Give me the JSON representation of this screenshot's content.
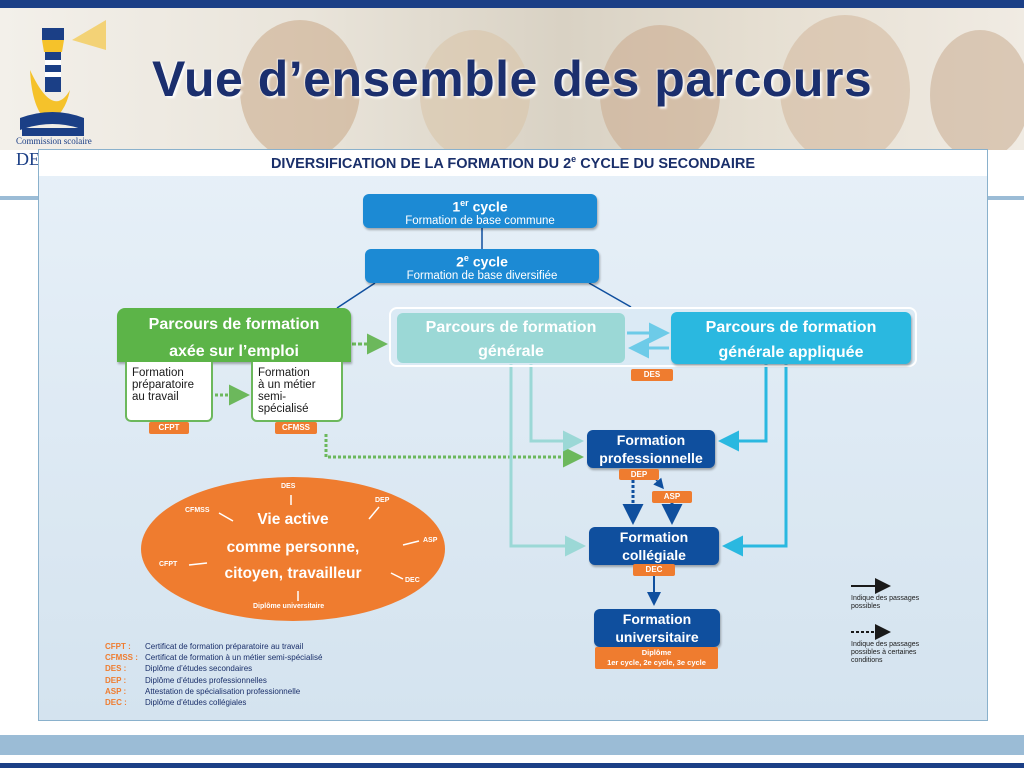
{
  "slide": {
    "title": "Vue d’ensemble des parcours",
    "logo_text": "Commission scolaire",
    "logo_abbr": "DE"
  },
  "diagram": {
    "title_main": "DIVERSIFICATION DE LA FORMATION DU 2",
    "title_sup": "e",
    "title_end": " CYCLE DU SECONDAIRE",
    "cycle1": {
      "title": "1",
      "title_sup": "er",
      "title_end": " cycle",
      "subtitle": "Formation de base commune"
    },
    "cycle2": {
      "title": "2",
      "title_sup": "e",
      "title_end": " cycle",
      "subtitle": "Formation de base diversifiée"
    },
    "parcours_emploi": {
      "line1": "Parcours de formation",
      "line2": "axée sur l’emploi"
    },
    "parcours_generale": {
      "line1": "Parcours de formation",
      "line2": "générale"
    },
    "parcours_appliquee": {
      "line1": "Parcours de formation",
      "line2": "générale appliquée"
    },
    "formation_preparatoire": {
      "line1": "Formation",
      "line2": "préparatoire",
      "line3": "au travail"
    },
    "formation_metier": {
      "line1": "Formation",
      "line2": "à un métier",
      "line3": "semi-",
      "line4": "spécialisé"
    },
    "formation_professionnelle": {
      "line1": "Formation",
      "line2": "professionnelle"
    },
    "formation_collegiale": {
      "line1": "Formation",
      "line2": "collégiale"
    },
    "formation_universitaire": {
      "line1": "Formation",
      "line2": "universitaire"
    },
    "tags": {
      "des": "DES",
      "cfpt": "CFPT",
      "cfmss": "CFMSS",
      "dep": "DEP",
      "asp": "ASP",
      "dec": "DEC",
      "diplome_line1": "Diplôme",
      "diplome_line2": "1er cycle, 2e cycle, 3e cycle"
    },
    "vie_active": {
      "line1": "Vie active",
      "line2": "comme personne,",
      "line3": "citoyen, travailleur",
      "labels": {
        "des": "DES",
        "dep": "DEP",
        "asp": "ASP",
        "dec": "DEC",
        "cfmss": "CFMSS",
        "cfpt": "CFPT",
        "diplome_univ": "Diplôme universitaire"
      }
    },
    "legend": [
      {
        "abbr": "CFPT :",
        "text": "Certificat de formation préparatoire au travail"
      },
      {
        "abbr": "CFMSS :",
        "text": "Certificat de formation à un métier semi-spécialisé"
      },
      {
        "abbr": "DES :",
        "text": "Diplôme d’études secondaires"
      },
      {
        "abbr": "DEP :",
        "text": "Diplôme d’études professionnelles"
      },
      {
        "abbr": "ASP :",
        "text": "Attestation de spécialisation professionnelle"
      },
      {
        "abbr": "DEC :",
        "text": "Diplôme d’études collégiales"
      }
    ],
    "key": {
      "solid_line1": "Indique des passages",
      "solid_line2": "possibles",
      "dotted_line1": "Indique des passages",
      "dotted_line2": "possibles à certaines",
      "dotted_line3": "conditions"
    },
    "colors": {
      "navy": "#1b3f86",
      "blue": "#1c8ad4",
      "dark_blue": "#0f4f9e",
      "green": "#5cb448",
      "cyan": "#2ab8e0",
      "teal_light": "#9bd8d6",
      "orange": "#ef7c2f"
    }
  }
}
